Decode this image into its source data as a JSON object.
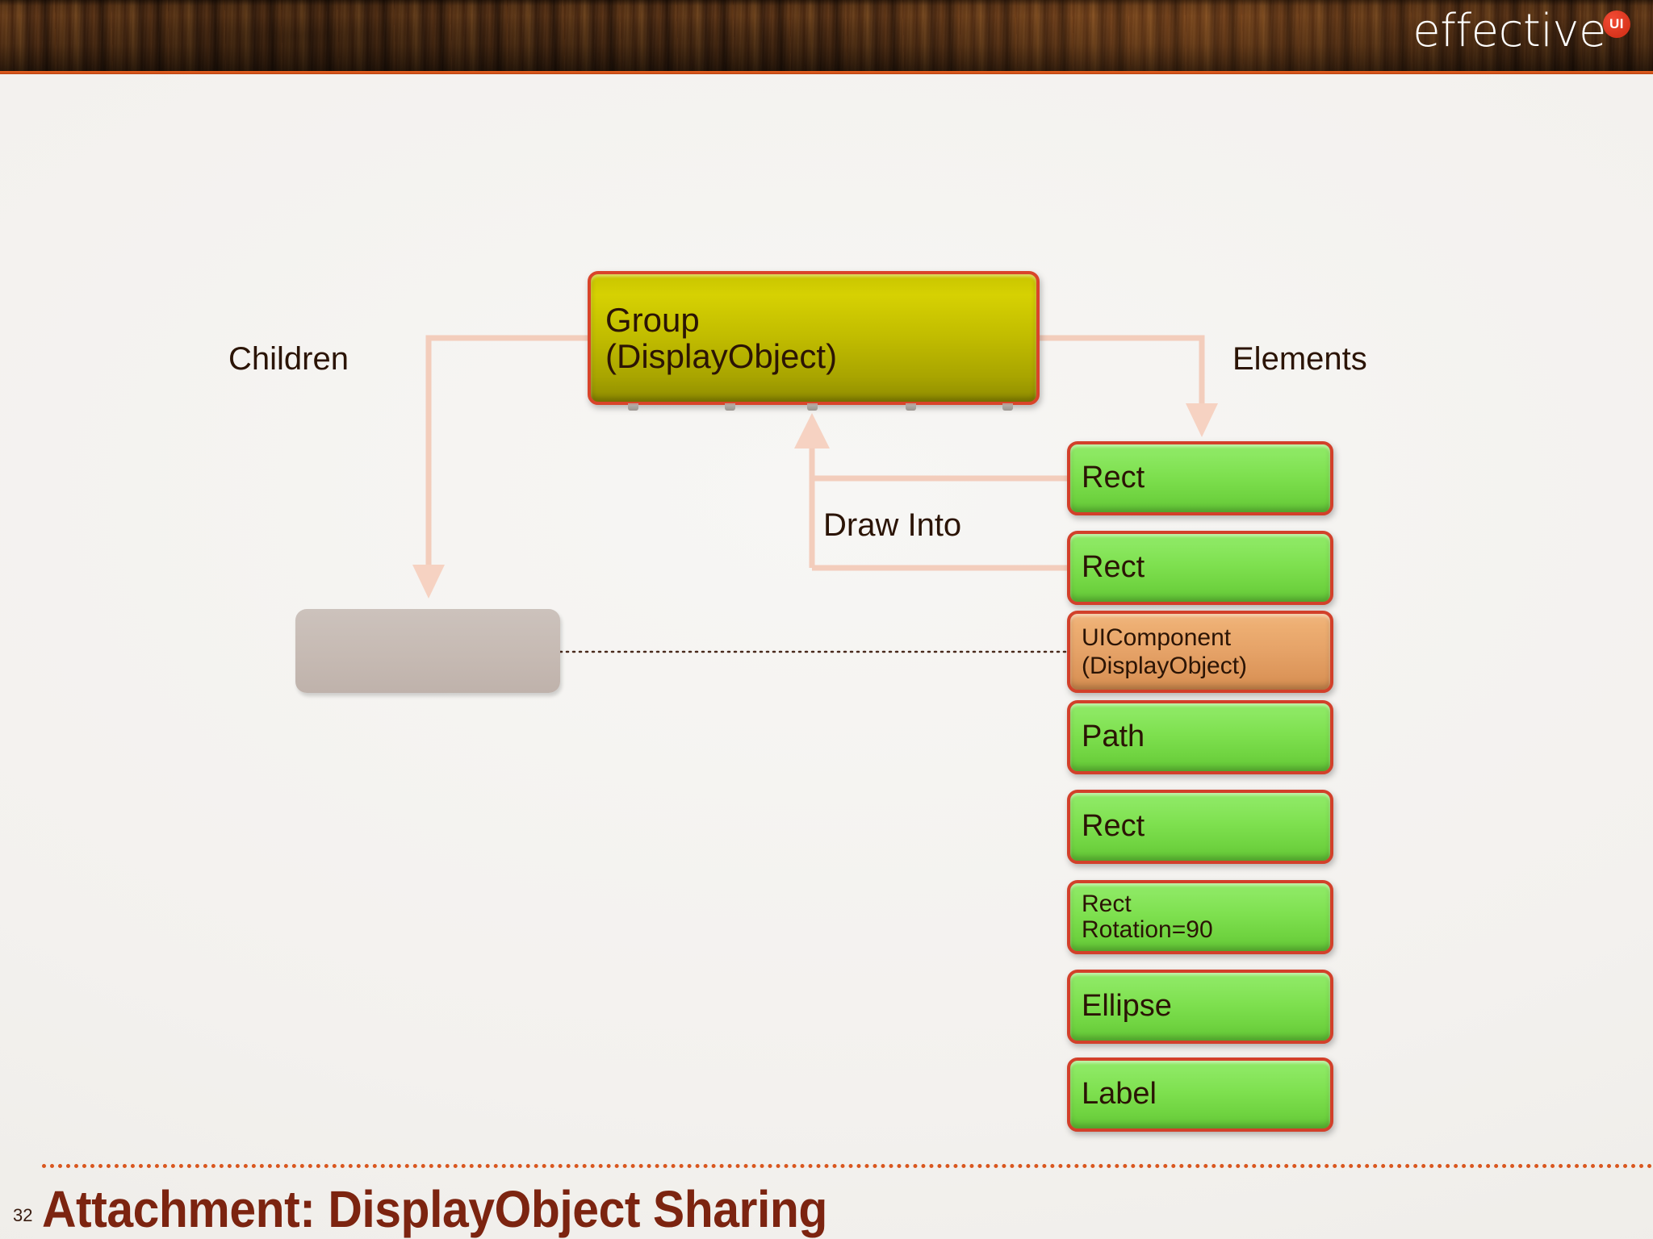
{
  "slide": {
    "title": "Attachment: DisplayObject Sharing",
    "page_number": "32",
    "background_color": "#f2f0ed"
  },
  "brand": {
    "name": "effective",
    "badge": "UI",
    "badge_color": "#e03a1f",
    "banner_accent_color": "#d4541a"
  },
  "diagram": {
    "labels": {
      "children": "Children",
      "elements": "Elements",
      "draw_into": "Draw Into"
    },
    "group_node": {
      "line1": "Group",
      "line2": "(DisplayObject)",
      "fill_color": "#c2bd00",
      "border_color": "#d9442a"
    },
    "placeholder_node": {
      "label": "",
      "fill_color": "#c6bab3"
    },
    "elements_list": [
      {
        "line1": "Rect",
        "line2": "",
        "kind": "green"
      },
      {
        "line1": "Rect",
        "line2": "",
        "kind": "green"
      },
      {
        "line1": "UIComponent",
        "line2": "(DisplayObject)",
        "kind": "orange"
      },
      {
        "line1": "Path",
        "line2": "",
        "kind": "green"
      },
      {
        "line1": "Rect",
        "line2": "",
        "kind": "green"
      },
      {
        "line1": "Rect",
        "line2": "Rotation=90",
        "kind": "green"
      },
      {
        "line1": "Ellipse",
        "line2": "",
        "kind": "green"
      },
      {
        "line1": "Label",
        "line2": "",
        "kind": "green"
      }
    ],
    "colors": {
      "green_fill": "#7ee04f",
      "orange_fill": "#e5a267",
      "node_border": "#d2402a",
      "connector": "#f3cdbc",
      "dotted_link": "#4a2a1c"
    }
  }
}
